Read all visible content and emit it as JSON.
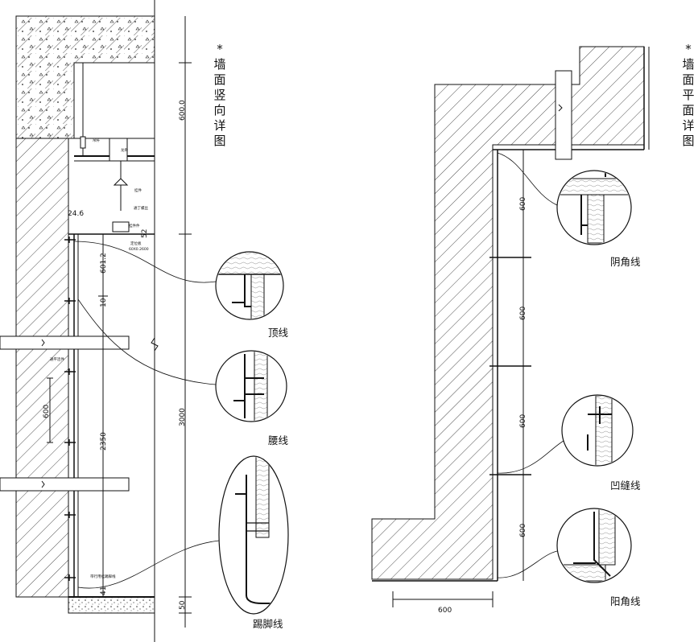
{
  "titles": {
    "vertical": "*墙面竖向详图",
    "plan": "*墙面平面详图"
  },
  "callouts": {
    "top_line": "顶线",
    "waist_line": "腰线",
    "skirting": "踢脚线",
    "inner_corner": "阴角线",
    "groove_line": "凹缝线",
    "outer_corner": "阳角线"
  },
  "dims_left": {
    "d600_top": "600.0",
    "d3000": "3000",
    "d50": "50",
    "d601": "601.2",
    "d2350": "2350",
    "d600_side": "600",
    "d24_6": "24.6",
    "d41": "41",
    "d10": "10",
    "d52": "52"
  },
  "dims_right": {
    "d1": "600",
    "d2": "600",
    "d3": "600",
    "d4": "600",
    "bottom": "600"
  },
  "tiny_labels": {
    "a": "吊杆",
    "b": "龙骨",
    "c": "挂件",
    "d": "通丁螺丝",
    "e": "挂件件",
    "f": "定位板",
    "g": "60X0.2600",
    "h": "通平连件",
    "i": "带行用挂踢脚线"
  },
  "colors": {
    "line": "#111111",
    "hatch": "#222222",
    "background": "#ffffff"
  }
}
